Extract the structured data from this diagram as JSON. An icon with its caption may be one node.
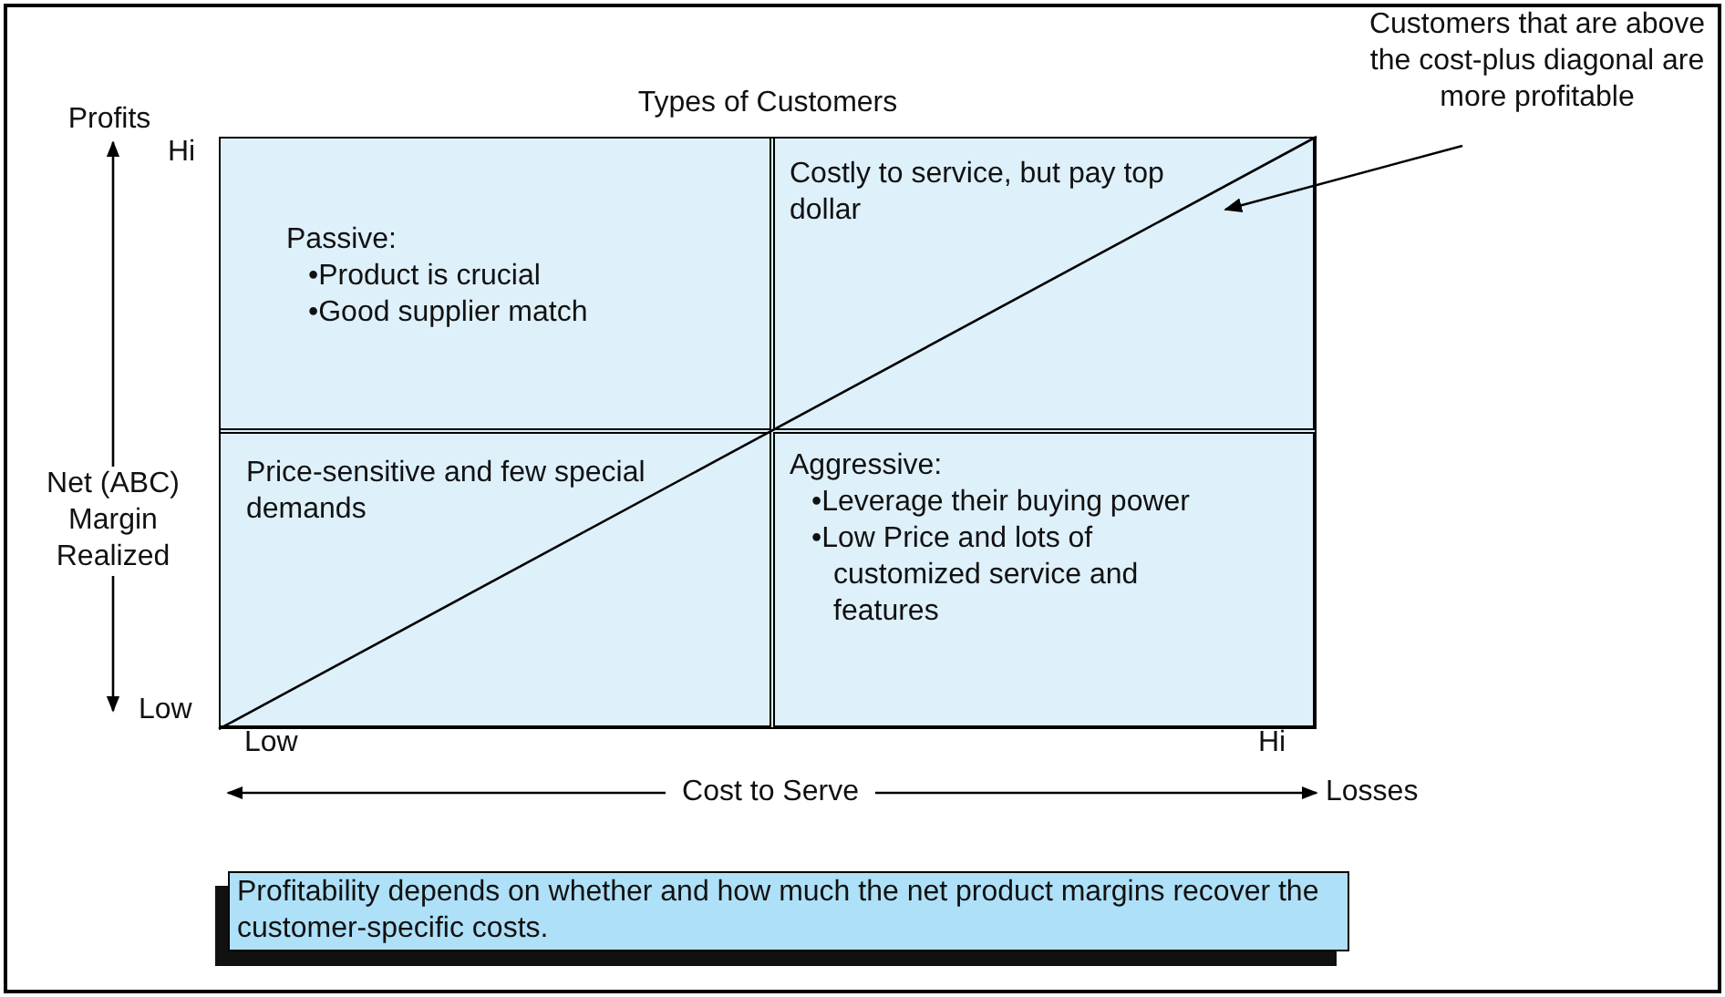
{
  "diagram": {
    "nodes": [
      {
        "text": [
          "Types of Customers"
        ]
      },
      {
        "text": [
          "Passive:",
          "•Product is crucial",
          "•Good supplier match"
        ],
        "in": 0
      },
      {
        "text": [
          "Costly to service, but pay top dollar"
        ],
        "in": 0
      },
      {
        "text": [
          "Price-sensitive and few special demands"
        ],
        "in": 0
      },
      {
        "text": [
          "Aggressive:",
          "•Leverage their buying power",
          "•Low Price and lots of customized service and features"
        ],
        "in": 0
      },
      {
        "text": [],
        "shape": "line",
        "in": 0
      },
      {
        "text": [
          "Customers that are above the cost-plus diagonal are more profitable"
        ]
      },
      {
        "text": [
          "Profitability depends on whether and how much the net product margins recover the customer-specific costs."
        ]
      }
    ],
    "edges": [
      {
        "from": 6,
        "to": 5,
        "arrow": "to"
      }
    ],
    "labels": [
      "Profits",
      "Hi",
      "Net (ABC) Margin Realized",
      "Low",
      "Low",
      "Hi",
      "Cost to Serve",
      "Losses"
    ]
  }
}
